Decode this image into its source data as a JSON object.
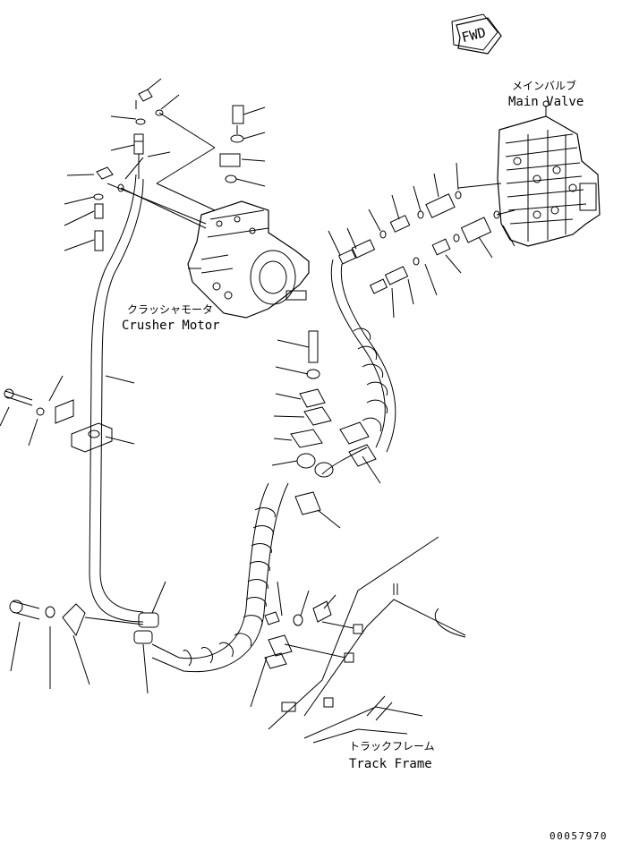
{
  "direction_marker": {
    "text": "FWD"
  },
  "main_valve": {
    "label_jp": "メインバルブ",
    "label_en": "Main Valve"
  },
  "crusher_motor": {
    "label_jp": "クラッシャモータ",
    "label_en": "Crusher Motor"
  },
  "track_frame": {
    "label_jp": "トラックフレーム",
    "label_en": "Track Frame"
  },
  "drawing_number": "00057970"
}
